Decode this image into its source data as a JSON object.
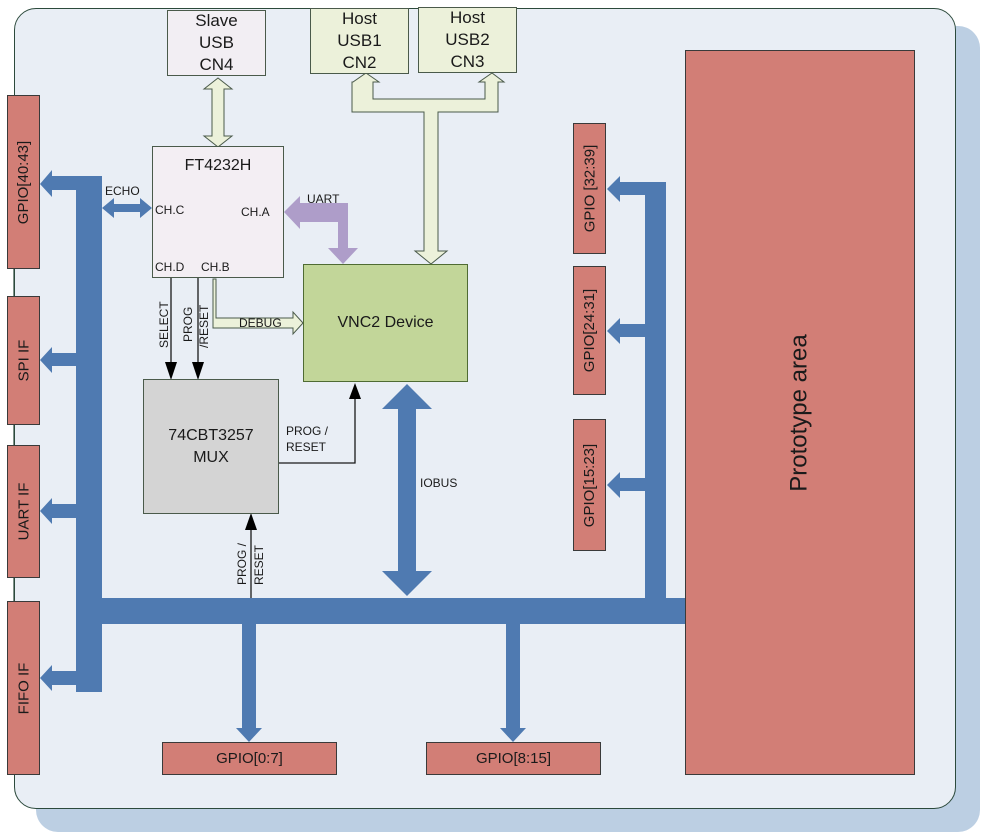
{
  "colors": {
    "board_bg": "#e9eef5",
    "board_shadow": "#bccfe3",
    "bus_blue": "#4f7ab1",
    "uart_purple": "#ae9dc9",
    "usb_arrow_fill": "#ecf1da",
    "io_red": "#d27e76",
    "vnc_green": "#c2d699",
    "mux_gray": "#d4d4d4"
  },
  "usb_connectors": {
    "slave": [
      "Slave",
      "USB",
      "CN4"
    ],
    "host1": [
      "Host",
      "USB1",
      "CN2"
    ],
    "host2": [
      "Host",
      "USB2",
      "CN3"
    ]
  },
  "ft4232h": {
    "title": "FT4232H",
    "ch_a": "CH.A",
    "ch_b": "CH.B",
    "ch_c": "CH.C",
    "ch_d": "CH.D"
  },
  "vnc2": {
    "title": "VNC2 Device"
  },
  "mux": {
    "line1": "74CBT3257",
    "line2": "MUX"
  },
  "signals": {
    "echo": "ECHO",
    "uart": "UART",
    "select": "SELECT",
    "prog_reset_1": [
      "PROG",
      "/RESET"
    ],
    "debug": "DEBUG",
    "prog_reset_mux_out": [
      "PROG /",
      "RESET"
    ],
    "prog_reset_mux_in": [
      "PROG /",
      "RESET"
    ],
    "iobus": "IOBUS"
  },
  "left_interfaces": [
    "GPIO[40:43]",
    "SPI IF",
    "UART IF",
    "FIFO IF"
  ],
  "right_gpio": [
    "GPIO [32:39]",
    "GPIO[24:31]",
    "GPIO[15:23]"
  ],
  "bottom_gpio": [
    "GPIO[0:7]",
    "GPIO[8:15]"
  ],
  "prototype": {
    "label": "Prototype area"
  }
}
